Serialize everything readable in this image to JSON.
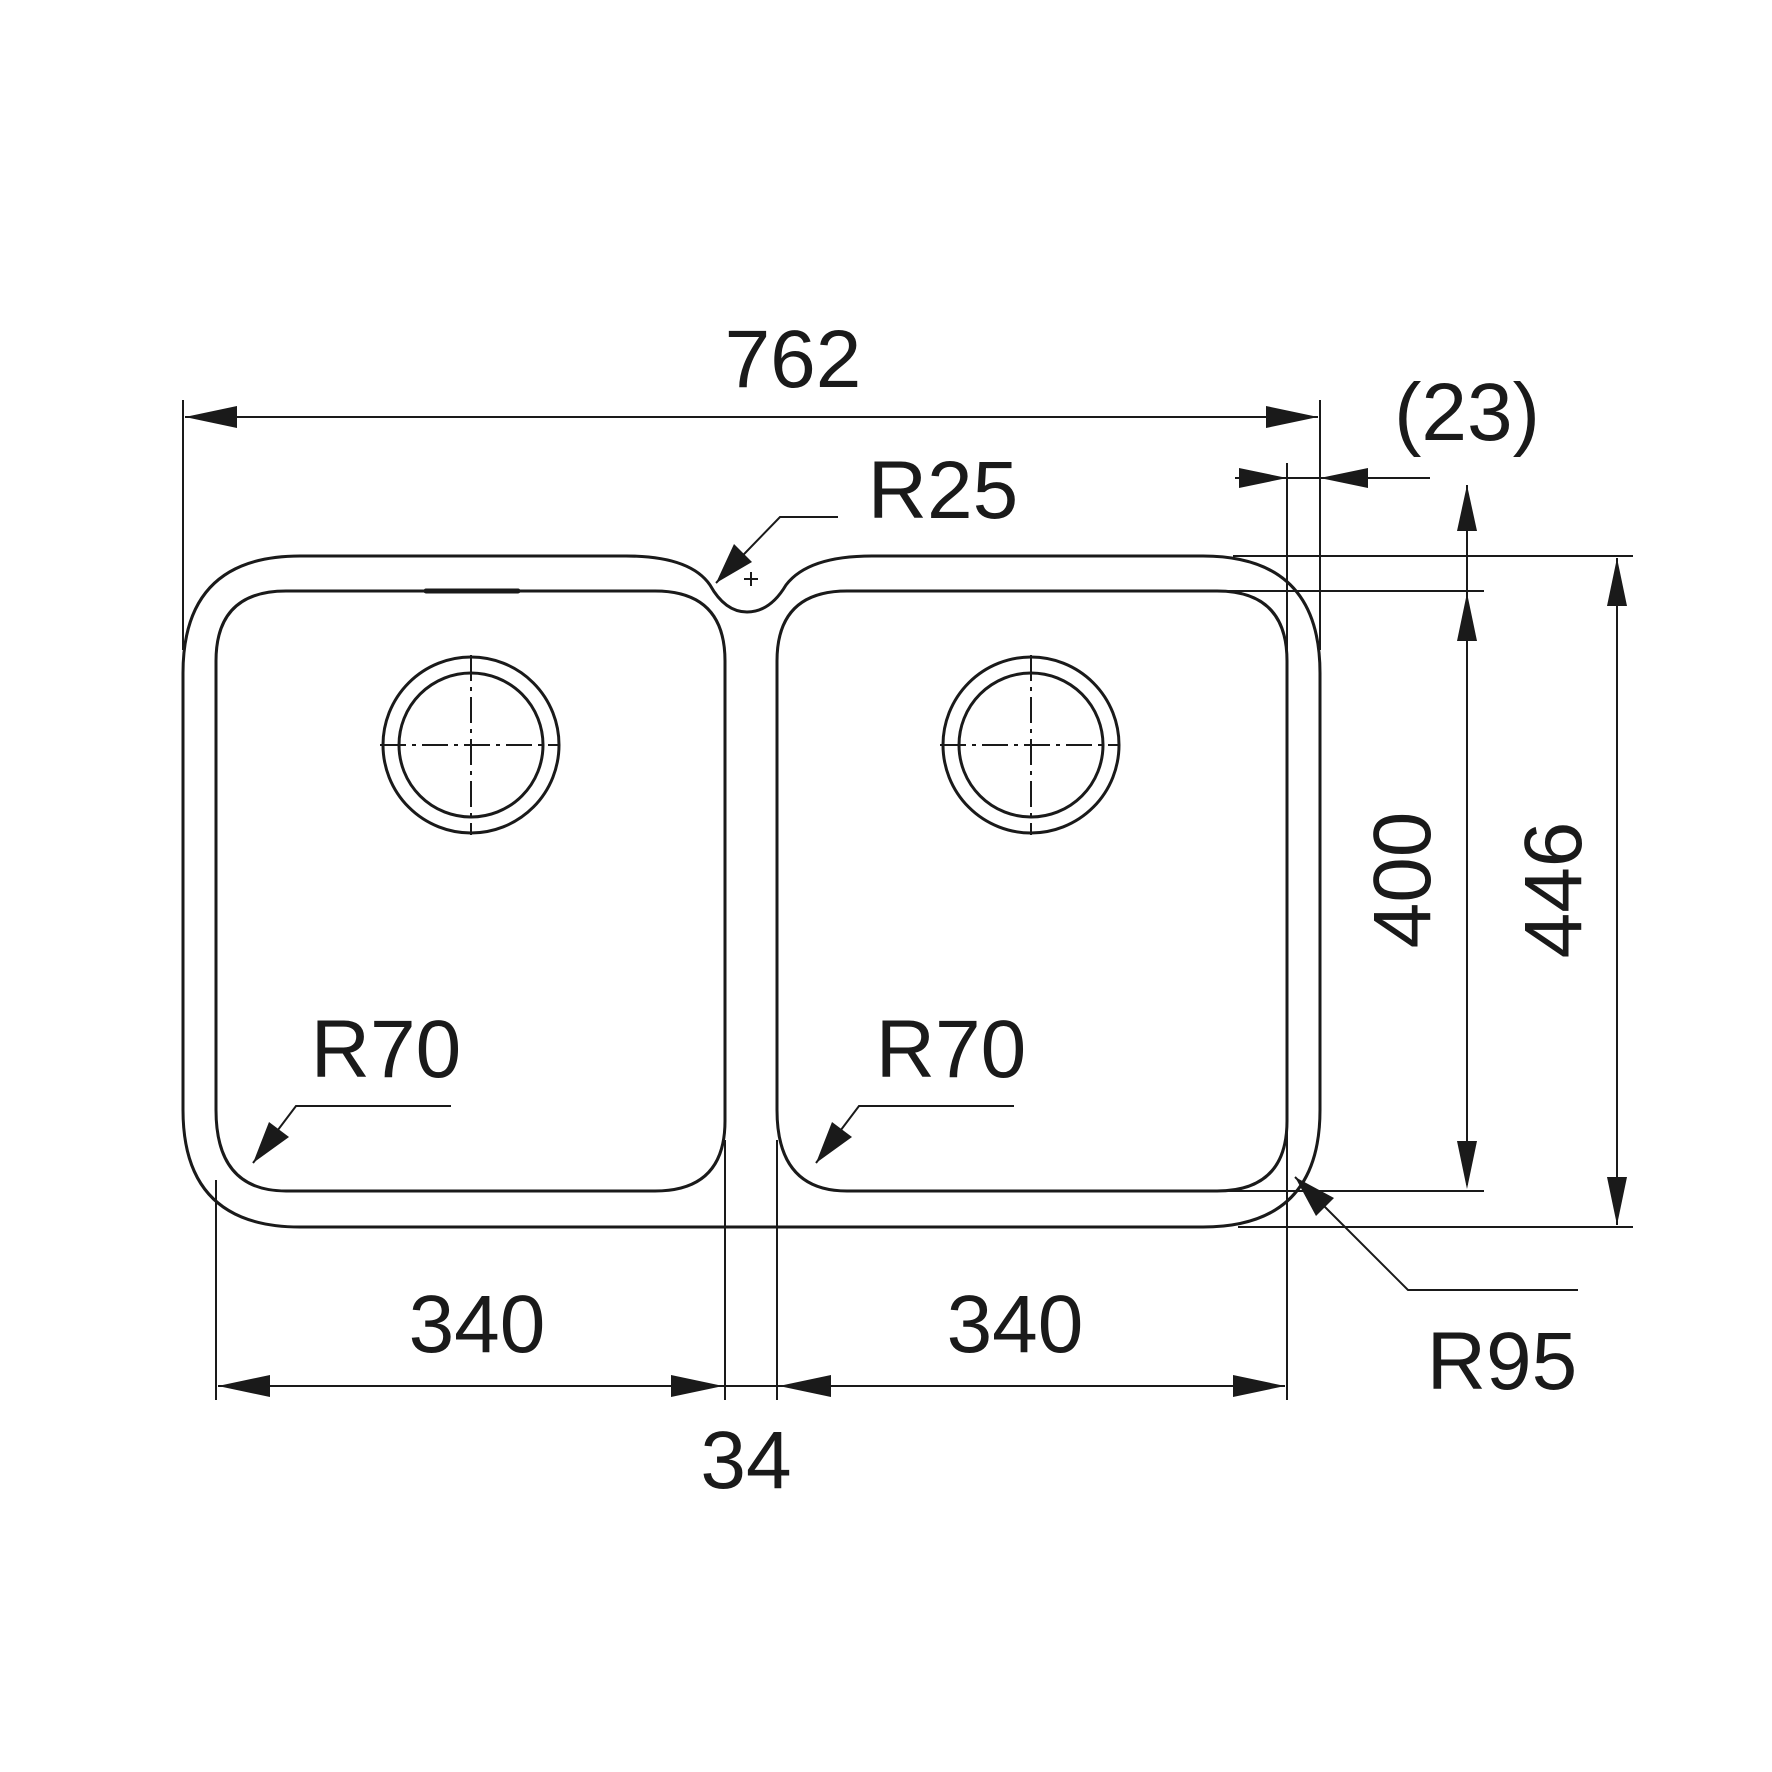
{
  "dimensions": {
    "overall_width": "762",
    "overall_depth": "446",
    "bowl_depth": "400",
    "bowl_width_left": "340",
    "bowl_width_right": "340",
    "divider_width": "34",
    "flange_offset": "(23)"
  },
  "radii": {
    "divider_notch": "R25",
    "bowl_corner_left": "R70",
    "bowl_corner_right": "R70",
    "outer_corner": "R95"
  }
}
